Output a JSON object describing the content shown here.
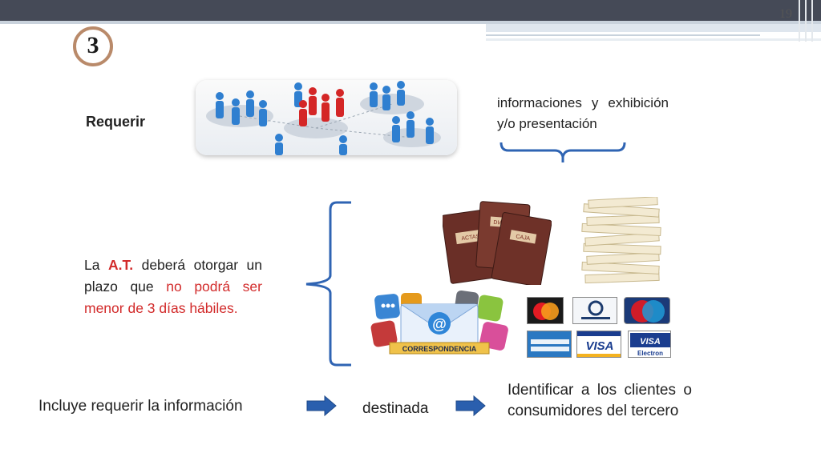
{
  "slide": {
    "page_number": "19",
    "step_number": "3"
  },
  "requerir": {
    "label": "Requerir"
  },
  "info": {
    "text": "informaciones y exhibición y/o presentación"
  },
  "paragraph": {
    "part1": "La ",
    "at": "A.T.",
    "part2": " deberá otorgar un plazo que ",
    "red": "no podrá ser menor de 3 días hábiles."
  },
  "bottom": {
    "a": "Incluye  requerir la información",
    "b": "destinada",
    "c": "Identificar a los clientes o consumidores del tercero"
  },
  "images": {
    "folders": {
      "labels": [
        "ACTAS",
        "DIARIO",
        "CAJA"
      ]
    },
    "correspondence": {
      "label": "CORRESPONDENCIA"
    },
    "cards": [
      {
        "label": "MasterCard",
        "color": "#c8102e"
      },
      {
        "label": "Diners Club",
        "color": "#1d3c6e"
      },
      {
        "label": "Maestro",
        "color": "#d01c28"
      },
      {
        "label": "AMERICAN EXPRESS",
        "color": "#2a78c2"
      },
      {
        "label": "VISA",
        "color": "#1a3d8f"
      },
      {
        "label": "VISA Electron",
        "color": "#1a3d8f"
      }
    ]
  },
  "colors": {
    "accent_red": "#d22a2a",
    "bracket_blue": "#2f64b3",
    "arrow_blue": "#2a5fae",
    "circle_border": "#b98a6a"
  }
}
